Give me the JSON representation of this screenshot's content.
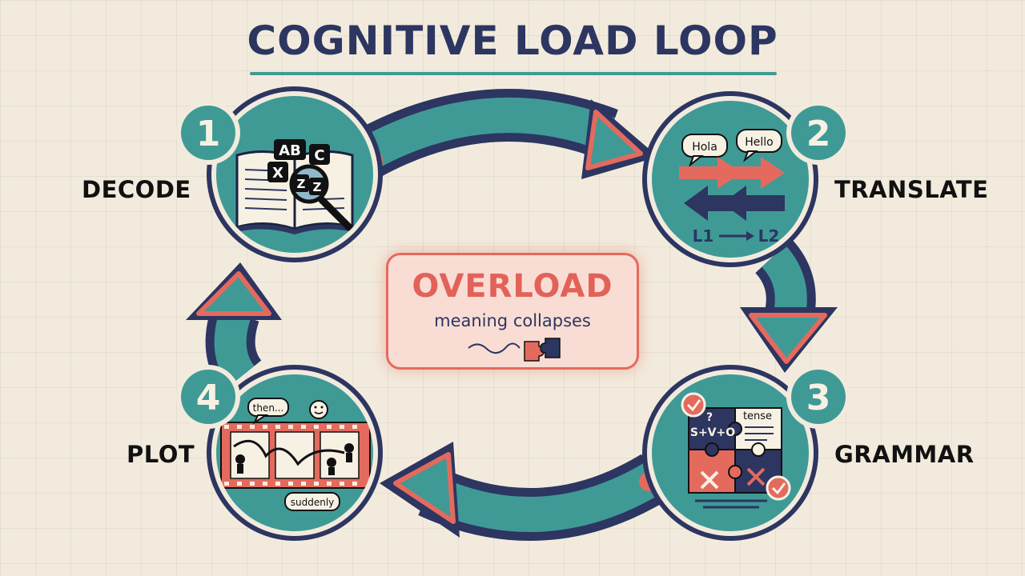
{
  "title": "COGNITIVE LOAD LOOP",
  "stages": [
    {
      "number": "1",
      "label": "DECODE",
      "letters": [
        "AB",
        "C",
        "X",
        "Z",
        "Z"
      ]
    },
    {
      "number": "2",
      "label": "TRANSLATE",
      "bubble_left": "Hola",
      "bubble_right": "Hello",
      "source_lang": "L1",
      "target_lang": "L2"
    },
    {
      "number": "3",
      "label": "GRAMMAR",
      "pattern": "S+V+O",
      "question": "?",
      "tag": "tense"
    },
    {
      "number": "4",
      "label": "PLOT",
      "bubble_top": "then...",
      "bubble_bottom": "suddenly"
    }
  ],
  "center": {
    "title": "OVERLOAD",
    "subtitle": "meaning collapses"
  },
  "colors": {
    "navy": "#2d3561",
    "teal": "#3f9a96",
    "coral": "#e46a5e",
    "background": "#f2ebdd"
  }
}
